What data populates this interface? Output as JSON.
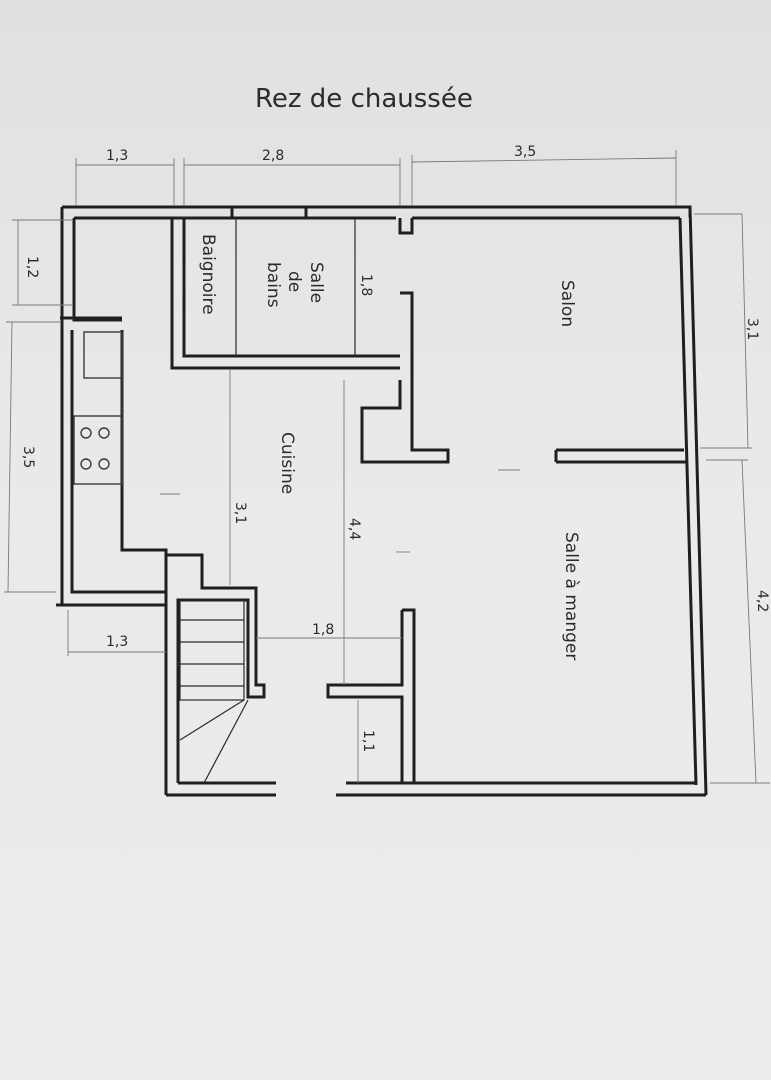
{
  "plan": {
    "title": "Rez de chaussée",
    "rooms": {
      "bathroom_line1": "Salle",
      "bathroom_line2": "de",
      "bathroom_line3": "bains",
      "bathtub": "Baignoire",
      "living": "Salon",
      "kitchen": "Cuisine",
      "dining": "Salle à manger"
    },
    "dimensions": {
      "top_left": "1,3",
      "top_middle": "2,8",
      "top_right": "3,5",
      "left_upper": "1,2",
      "left_lower": "3,5",
      "bottom_left": "1,3",
      "right_upper": "3,1",
      "right_lower": "4,2",
      "bathroom_depth": "1,8",
      "kitchen_depth": "3,1",
      "corridor_length": "4,4",
      "corridor_width": "1,8",
      "entry_depth": "1,1"
    }
  }
}
